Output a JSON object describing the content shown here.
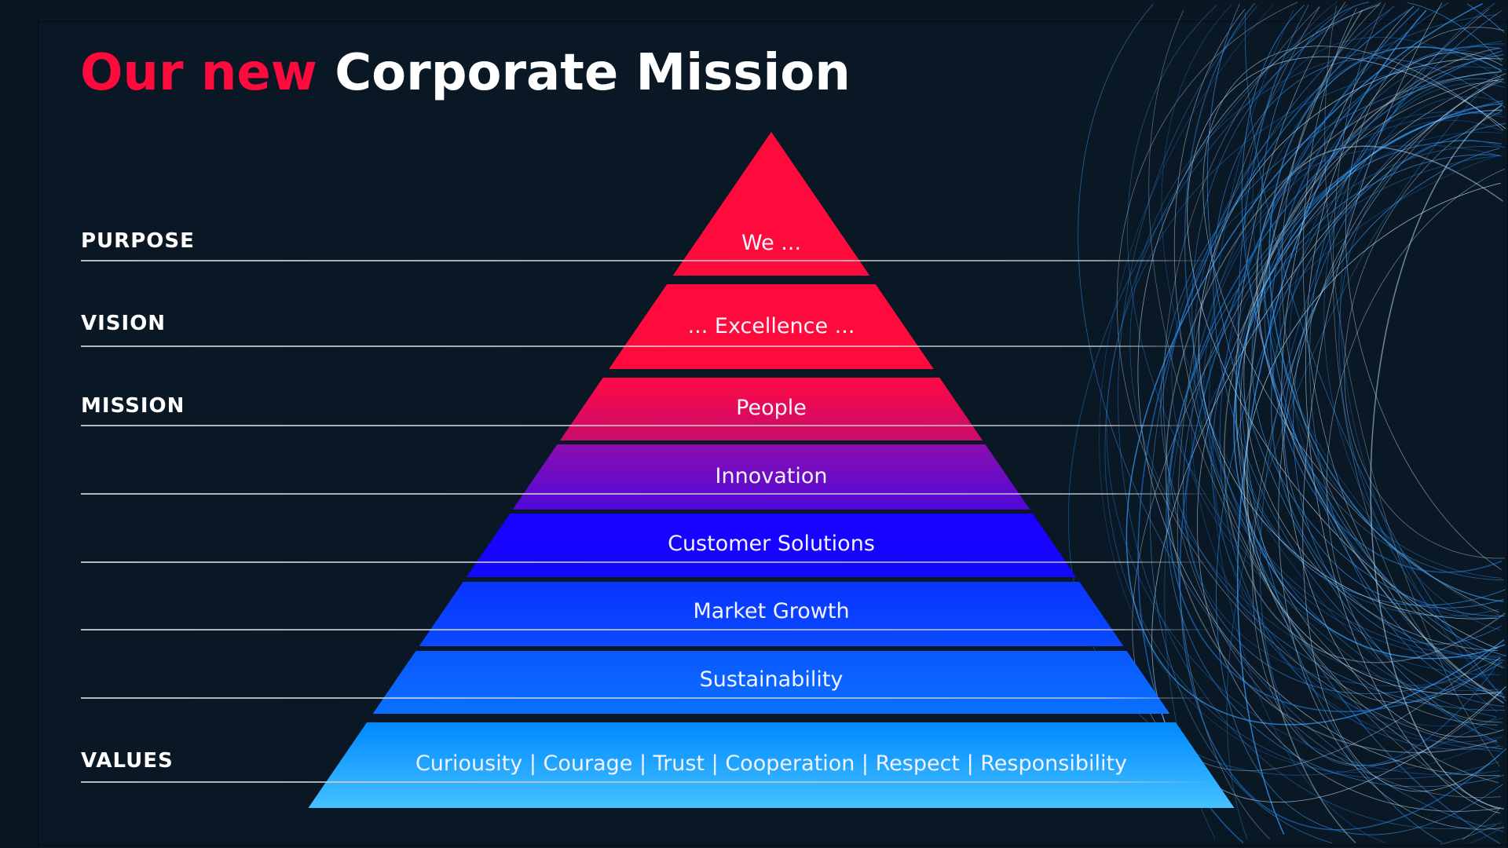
{
  "title": {
    "accent": "Our new",
    "main": "Corporate Mission"
  },
  "labels": {
    "purpose": "PURPOSE",
    "vision": "VISION",
    "mission": "MISSION",
    "values": "VALUES"
  },
  "pyramid": [
    {
      "text": "We ...",
      "colors": [
        "#ff0a3c",
        "#ff0a3c"
      ]
    },
    {
      "text": "... Excellence ...",
      "colors": [
        "#ff0a3c",
        "#ff0a3c"
      ]
    },
    {
      "text": "People",
      "colors": [
        "#ff0a44",
        "#c80c6a"
      ]
    },
    {
      "text": "Innovation",
      "colors": [
        "#8a0fb0",
        "#5008d8"
      ]
    },
    {
      "text": "Customer Solutions",
      "colors": [
        "#1a00ff",
        "#1208ff"
      ]
    },
    {
      "text": "Market Growth",
      "colors": [
        "#0a34ff",
        "#0a4aff"
      ]
    },
    {
      "text": "Sustainability",
      "colors": [
        "#0a58ff",
        "#0a70ff"
      ]
    },
    {
      "text": "Curiousity | Courage | Trust | Cooperation | Respect | Responsibility",
      "colors": [
        "#0088ff",
        "#44c2ff"
      ]
    }
  ],
  "colors": {
    "background": "#0a1825",
    "accent": "#ff0a3c"
  }
}
